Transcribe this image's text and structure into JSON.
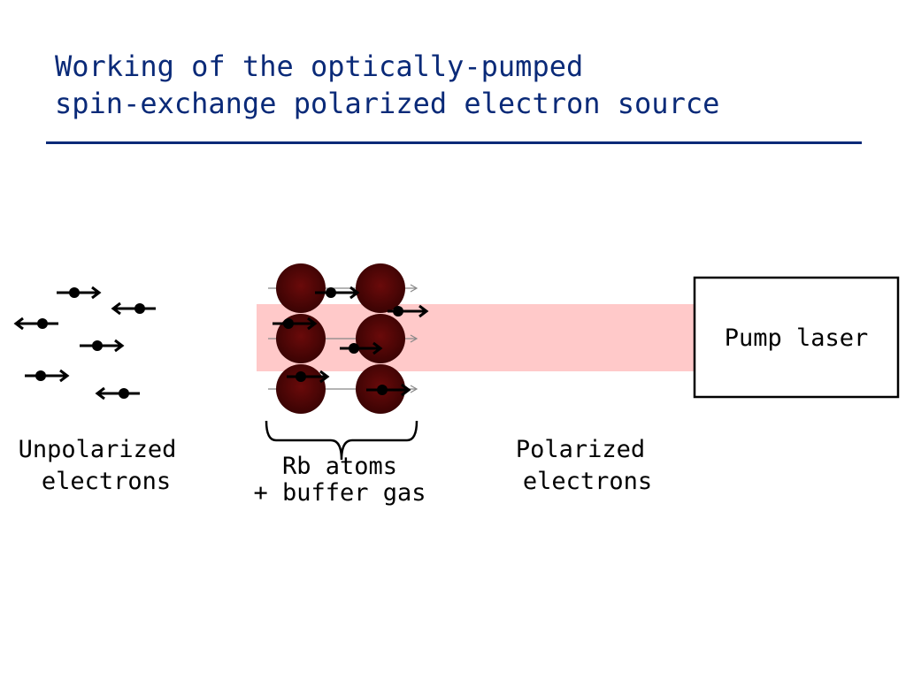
{
  "title": {
    "line1": "Working of the optically-pumped",
    "line2": "spin-exchange polarized electron source"
  },
  "labels": {
    "unpolarized_line1": "Unpolarized",
    "unpolarized_line2": "electrons",
    "rb_line1": "Rb atoms",
    "rb_line2": "+ buffer gas",
    "polarized_line1": "Polarized",
    "polarized_line2": "electrons",
    "pump_laser": "Pump laser"
  },
  "colors": {
    "title": "#0a2a78",
    "beam": "#ffc9c9",
    "atom": "#4a0606",
    "electron": "#000000"
  }
}
